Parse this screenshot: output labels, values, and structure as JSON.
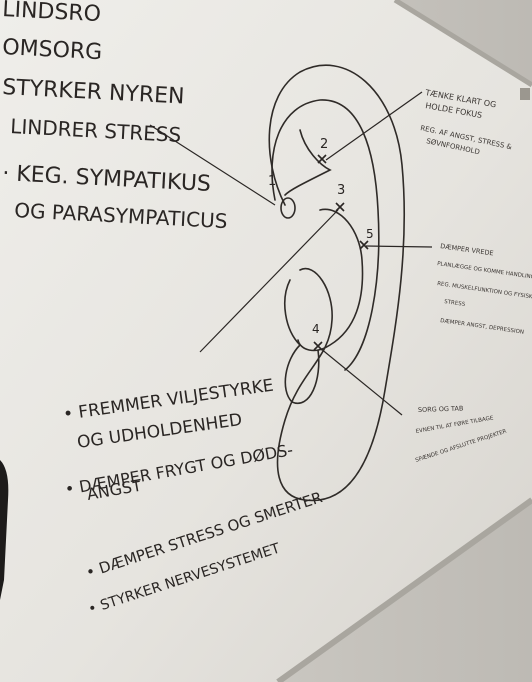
{
  "whiteboard": {
    "left_notes": [
      "LINDSRO",
      "OMSORG",
      "STYRKER NYREN",
      "LINDRER STRESS",
      "· KEG. SYMPATIKUS",
      "OG PARASYMPATICUS"
    ],
    "bottom_notes": [
      "• FREMMER VILJESTYRKE",
      "OG UDHOLDENHED",
      "• DÆMPER FRYGT OG DØDS-",
      "ANGST",
      "• DÆMPER STRESS OG SMERTER",
      "• STYRKER NERVESYSTEMET"
    ],
    "ear_point_numbers": [
      "1",
      "2",
      "3",
      "4",
      "5"
    ],
    "point2_note": [
      "TÆNKE KLART OG",
      "HOLDE FOKUS",
      "REG. AF ANGST, STRESS &",
      "SØVNFORHOLD"
    ],
    "point5_note": [
      "DÆMPER VREDE",
      "PLANLÆGGE OG KOMME HANDLINGER",
      "REG. MUSKELFUNKTION OG FYSISK",
      "STRESS",
      "DÆMPER ANGST, DEPRESSION"
    ],
    "point4_note": [
      "SORG OG TAB",
      "EVNEN TIL AT FØRE TILBAGE",
      "SPÆNDE OG AFSLUTTE PROJEKTER"
    ]
  },
  "colors": {
    "board": "#e8e6e1",
    "ink": "#2a2624",
    "frame": "#b9b6b0",
    "wall": "#c9c6c0"
  }
}
